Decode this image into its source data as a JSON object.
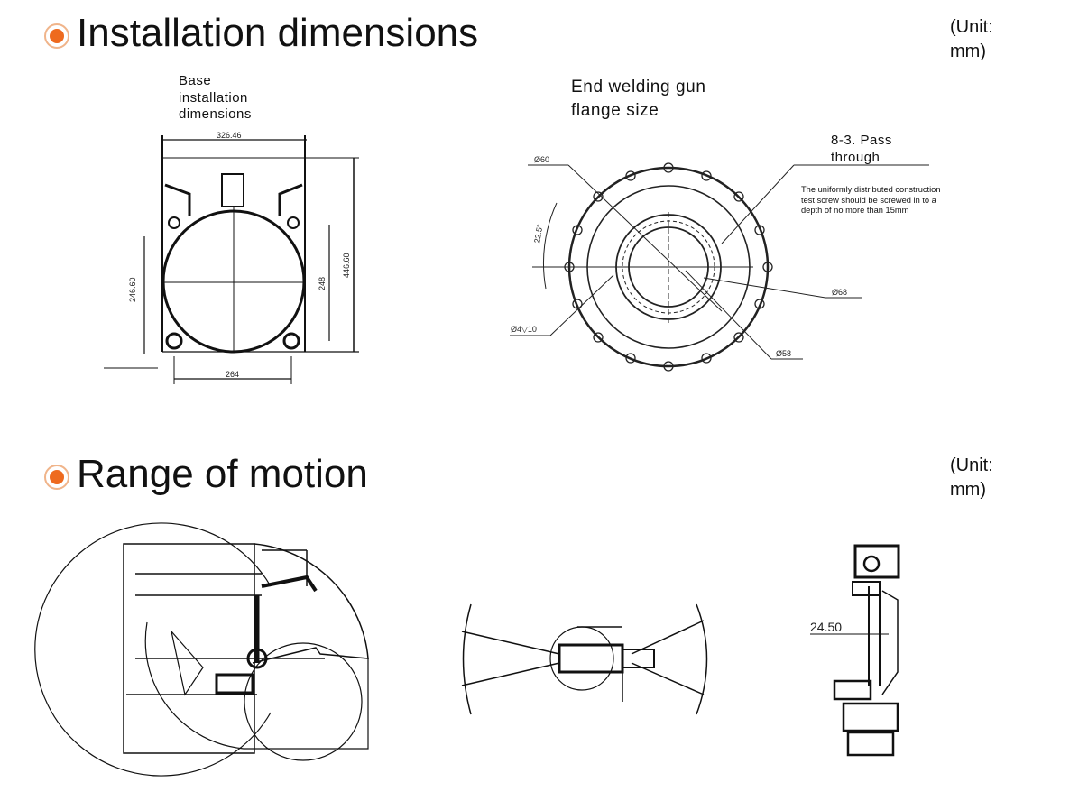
{
  "sections": [
    {
      "title": "Installation dimensions",
      "unit": "(Unit: mm)"
    },
    {
      "title": "Range of motion",
      "unit": "(Unit: mm)"
    }
  ],
  "installation": {
    "base_caption": "Base installation dimensions",
    "flange_caption": "End welding gun flange size",
    "pass_through_label": "8-3. Pass through",
    "screw_note": "The uniformly distributed construction test screw should be screwed in to a depth of no more than 15mm",
    "base_dims": [
      "326.46",
      "246.60",
      "248",
      "446.60",
      "264"
    ],
    "flange_dims": [
      "Ø60",
      "Ø68",
      "Ø58",
      "Ø4▽10",
      "22.5°"
    ]
  },
  "motion": {
    "side_dim": "24.50"
  },
  "colors": {
    "accent": "#ee6a1f",
    "accent_ring": "#f0b48a"
  }
}
